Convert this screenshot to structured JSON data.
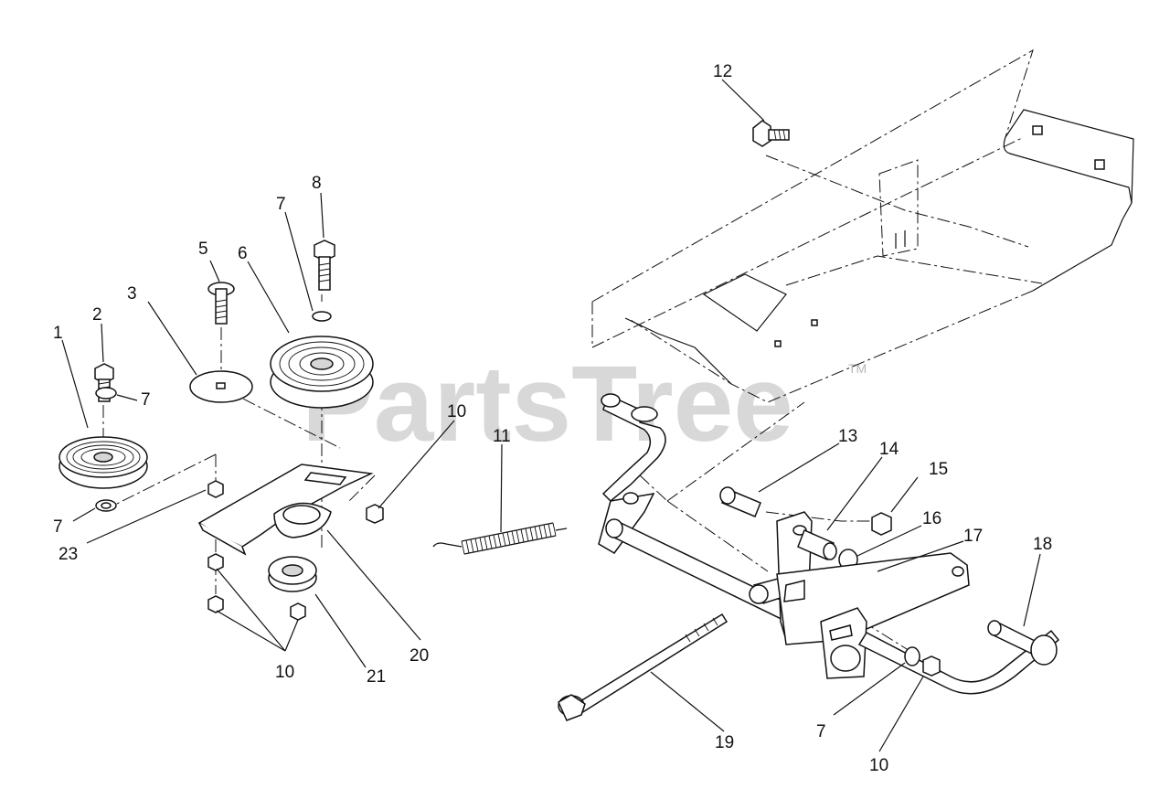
{
  "watermark": {
    "text": "PartsTree",
    "trademark": "TM"
  },
  "callouts": {
    "c1": "1",
    "c2": "2",
    "c3": "3",
    "c5": "5",
    "c6": "6",
    "c7a": "7",
    "c7b": "7",
    "c7c": "7",
    "c7d": "7",
    "c8": "8",
    "c10a": "10",
    "c10b": "10",
    "c10c": "10",
    "c11": "11",
    "c12": "12",
    "c13": "13",
    "c14": "14",
    "c15": "15",
    "c16": "16",
    "c17": "17",
    "c18": "18",
    "c19": "19",
    "c20": "20",
    "c21": "21",
    "c23": "23"
  }
}
